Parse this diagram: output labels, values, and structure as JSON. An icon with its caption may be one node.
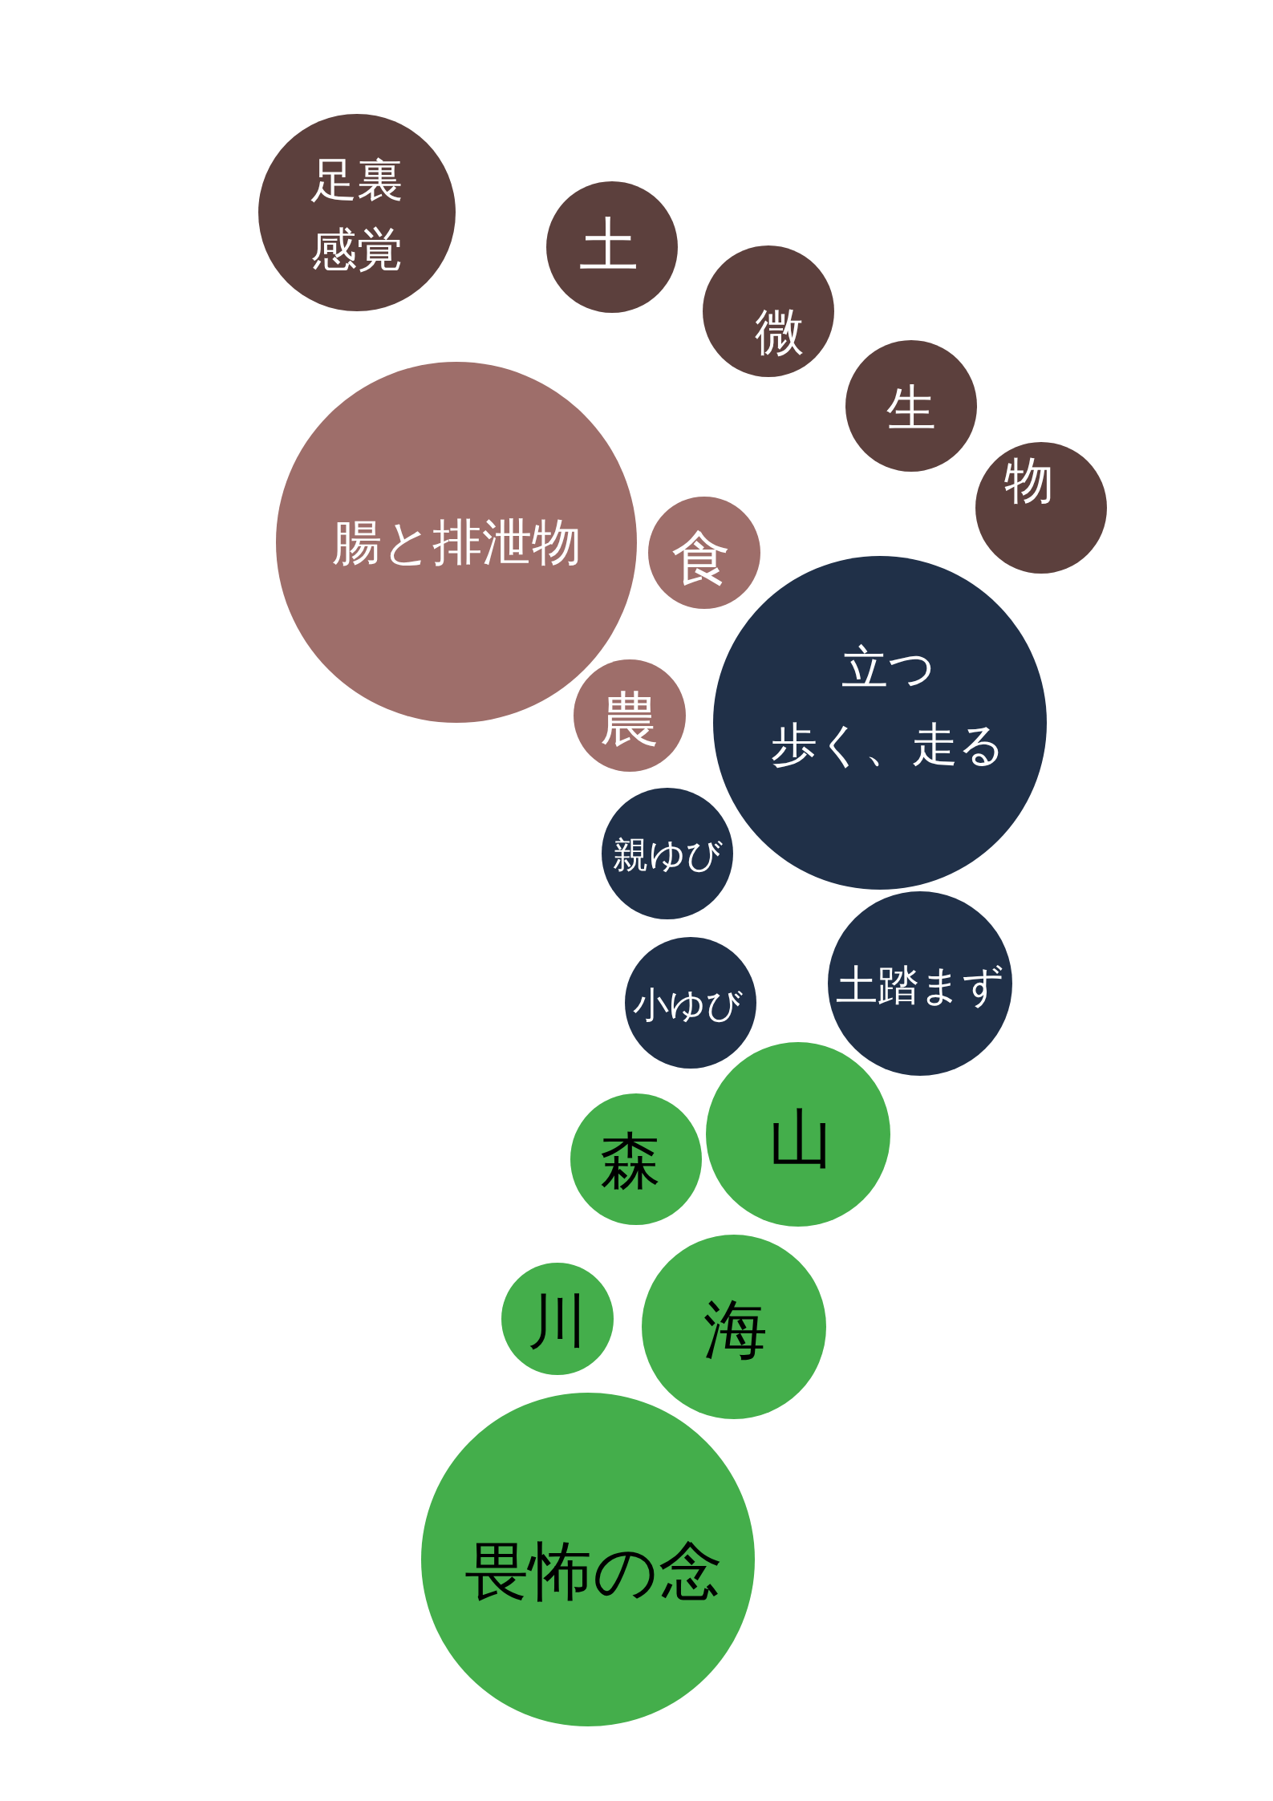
{
  "diagram": {
    "nodes": [
      {
        "text": [
          "足裏感覚"
        ]
      },
      {
        "text": [
          "土"
        ]
      },
      {
        "text": [
          "微"
        ]
      },
      {
        "text": [
          "生"
        ]
      },
      {
        "text": [
          "物"
        ]
      },
      {
        "text": [
          "腸と排泄物"
        ]
      },
      {
        "text": [
          "食"
        ]
      },
      {
        "text": [
          "立つ",
          "歩く、走る"
        ]
      },
      {
        "text": [
          "農"
        ]
      },
      {
        "text": [
          "親ゆび"
        ]
      },
      {
        "text": [
          "土踏まず"
        ]
      },
      {
        "text": [
          "小ゆび"
        ]
      },
      {
        "text": [
          "山"
        ]
      },
      {
        "text": [
          "森"
        ]
      },
      {
        "text": [
          "川"
        ]
      },
      {
        "text": [
          "海"
        ]
      },
      {
        "text": [
          "畏怖の念"
        ]
      }
    ]
  }
}
